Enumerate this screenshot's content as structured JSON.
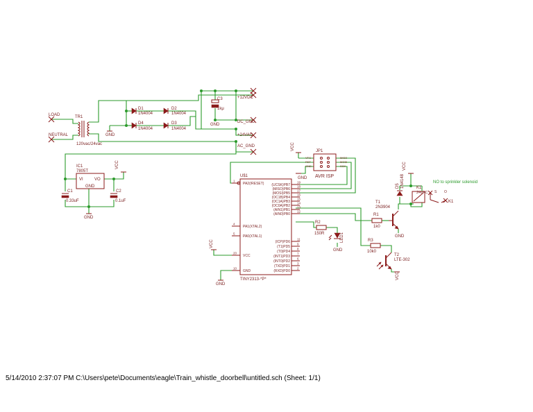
{
  "footer": "5/14/2010 2:37:07 PM  C:\\Users\\pete\\Documents\\eagle\\Train_whistle_doorbell\\untitled.sch (Sheet: 1/1)",
  "colors": {
    "wire": "#2b9a2b",
    "part": "#8b1a1a",
    "text": "#7a1f1f",
    "background": "#ffffff"
  },
  "nets": {
    "load": "LOAD",
    "neutral": "NEUTRAL",
    "v12dc": "+12VDC",
    "dc_gnd": "DC_GND",
    "v24ac": "+24VAC",
    "ac_gnd": "AC_GND",
    "gnd": "GND",
    "vcc": "VCC"
  },
  "parts": {
    "tr1": {
      "name": "TR1",
      "value": "120vac/24vac"
    },
    "d1": {
      "name": "D1",
      "value": "1N4004"
    },
    "d2": {
      "name": "D2",
      "value": "1N4004"
    },
    "d3": {
      "name": "D3",
      "value": "1N4004"
    },
    "d4": {
      "name": "D4",
      "value": "1N4004"
    },
    "c3": {
      "name": "C3",
      "value": "1kμ"
    },
    "ic1": {
      "name": "IC1",
      "value": "7805T",
      "pin_vi": "VI",
      "pin_vo": "VO",
      "pin_gnd": "GND"
    },
    "c1": {
      "name": "C1",
      "value": "0.33uF"
    },
    "c2": {
      "name": "C2",
      "value": "0.1uF"
    },
    "jp1": {
      "name": "JP1",
      "value": "AVR ISP",
      "left_pins": [
        "VTG",
        "RST",
        "GND"
      ],
      "right_pins": [
        "MISO",
        "MOSI",
        "SCK"
      ]
    },
    "u1": {
      "name": "U$1",
      "value": "TINY2313-*P*",
      "left_pins": [
        {
          "num": "1",
          "label": "PA2(/RESET)"
        },
        {
          "num": "4",
          "label": "PA1(XTAL2)"
        },
        {
          "num": "5",
          "label": "PA0(XTAL1)"
        },
        {
          "num": "20",
          "label": "VCC"
        },
        {
          "num": "10",
          "label": "GND"
        }
      ],
      "right_pins": [
        {
          "num": "19",
          "label": "(UCSK)PB7"
        },
        {
          "num": "18",
          "label": "(MISO)PB6"
        },
        {
          "num": "17",
          "label": "(MOSI)PB5"
        },
        {
          "num": "16",
          "label": "(OC1B)PB4"
        },
        {
          "num": "15",
          "label": "(OC1A)PB3"
        },
        {
          "num": "14",
          "label": "(OC0A)PB2"
        },
        {
          "num": "13",
          "label": "(AIN1)PB1"
        },
        {
          "num": "12",
          "label": "(AIN0)PB0"
        },
        {
          "num": "11",
          "label": "(ICP)PD6"
        },
        {
          "num": "9",
          "label": "(T1)PD5"
        },
        {
          "num": "8",
          "label": "(T0)PD4"
        },
        {
          "num": "7",
          "label": "(INT1)PD3"
        },
        {
          "num": "6",
          "label": "(INT0)PD2"
        },
        {
          "num": "3",
          "label": "(TXD)PD1"
        },
        {
          "num": "2",
          "label": "(RXD)PD0"
        }
      ]
    },
    "r1": {
      "name": "R1",
      "value": "1k0"
    },
    "r2": {
      "name": "R2",
      "value": "150R"
    },
    "r3": {
      "name": "R3",
      "value": "10k0"
    },
    "led1": {
      "name": "LED1"
    },
    "t1": {
      "name": "T1",
      "value": "2N3904"
    },
    "t2": {
      "name": "T2",
      "value": "LTE-302"
    },
    "d5": {
      "name": "D5",
      "value": "1N4148"
    },
    "k1": {
      "name": "K1",
      "value": "24vAC",
      "switch_name": "K1",
      "pin_s": "S",
      "pin_o": "O"
    }
  },
  "annotation": "NO to sprinkler solenoid"
}
